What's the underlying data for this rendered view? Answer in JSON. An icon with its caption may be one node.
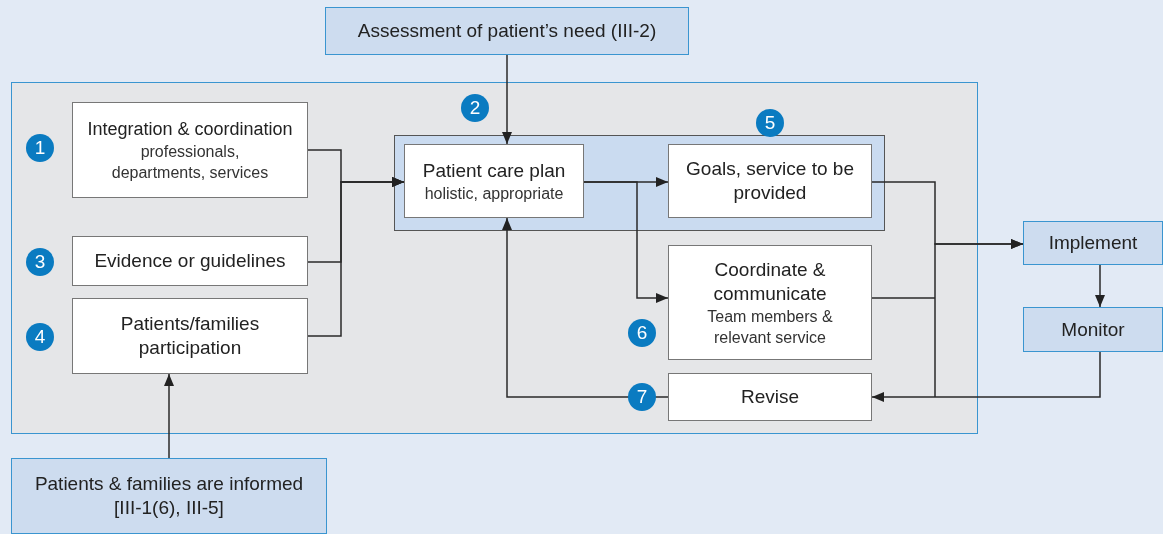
{
  "diagram": {
    "nodes": [
      {
        "text": [],
        "shape": "box"
      },
      {
        "text": [
          "Assessment of patient’s need (III-2)"
        ]
      },
      {
        "text": [
          "Integration & coordination",
          "professionals, departments, services"
        ],
        "in": 0
      },
      {
        "text": [
          "Evidence or guidelines"
        ],
        "in": 0
      },
      {
        "text": [
          "Patients/families participation"
        ],
        "in": 0
      },
      {
        "text": [],
        "shape": "box",
        "in": 0
      },
      {
        "text": [
          "Patient care plan",
          "holistic, appropriate"
        ],
        "in": 5
      },
      {
        "text": [
          "Goals, service to be provided"
        ],
        "in": 5
      },
      {
        "text": [
          "Coordinate & communicate",
          "Team members & relevant service"
        ],
        "in": 0
      },
      {
        "text": [
          "Revise"
        ],
        "in": 0
      },
      {
        "text": [
          "Implement"
        ]
      },
      {
        "text": [
          "Monitor"
        ]
      },
      {
        "text": [
          "Patients & families are informed [III-1(6), III-5]"
        ]
      }
    ],
    "edges": [
      {
        "from": 1,
        "to": 6,
        "arrow": "to"
      },
      {
        "from": 2,
        "to": 6,
        "arrow": "to"
      },
      {
        "from": 3,
        "to": 6,
        "arrow": "to"
      },
      {
        "from": 4,
        "to": 6,
        "arrow": "to"
      },
      {
        "from": 6,
        "to": 7,
        "arrow": "to"
      },
      {
        "from": 6,
        "to": 8,
        "arrow": "to"
      },
      {
        "from": 7,
        "to": 10,
        "arrow": "to"
      },
      {
        "from": 8,
        "to": 10,
        "arrow": "to"
      },
      {
        "from": 10,
        "to": 11,
        "arrow": "to"
      },
      {
        "from": 11,
        "to": 9,
        "arrow": "to"
      },
      {
        "from": 9,
        "to": 6,
        "arrow": "to"
      },
      {
        "from": 12,
        "to": 4,
        "arrow": "to"
      }
    ],
    "labels": [
      "1",
      "2",
      "3",
      "4",
      "5",
      "6",
      "7"
    ]
  }
}
